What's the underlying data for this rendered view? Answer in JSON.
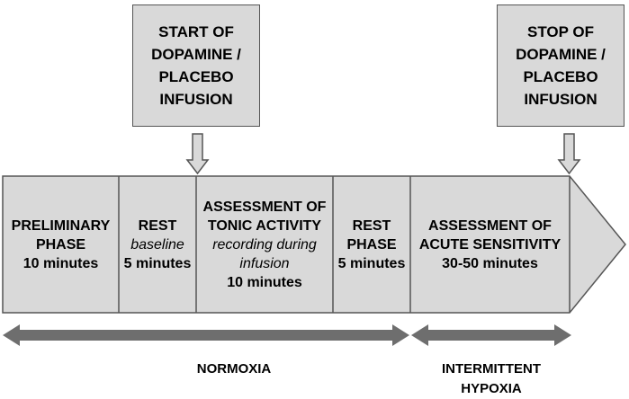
{
  "callouts": {
    "start": [
      "START OF",
      "DOPAMINE /",
      "PLACEBO",
      "INFUSION"
    ],
    "stop": [
      "STOP OF",
      "DOPAMINE /",
      "PLACEBO",
      "INFUSION"
    ]
  },
  "phases": [
    {
      "lines": [
        {
          "t": "PRELIMINARY",
          "s": "b"
        },
        {
          "t": "PHASE",
          "s": "b"
        },
        {
          "t": "10 minutes",
          "s": "b"
        }
      ]
    },
    {
      "lines": [
        {
          "t": "REST",
          "s": "b"
        },
        {
          "t": "baseline",
          "s": "i"
        },
        {
          "t": "5 minutes",
          "s": "b"
        }
      ]
    },
    {
      "lines": [
        {
          "t": "ASSESSMENT OF",
          "s": "b"
        },
        {
          "t": "TONIC ACTIVITY",
          "s": "b"
        },
        {
          "t": "recording during",
          "s": "i"
        },
        {
          "t": "infusion",
          "s": "i"
        },
        {
          "t": "10 minutes",
          "s": "b"
        }
      ]
    },
    {
      "lines": [
        {
          "t": "REST",
          "s": "b"
        },
        {
          "t": "PHASE",
          "s": "b"
        },
        {
          "t": "5 minutes",
          "s": "b"
        }
      ]
    },
    {
      "lines": [
        {
          "t": "ASSESSMENT OF",
          "s": "b"
        },
        {
          "t": "ACUTE SENSITIVITY",
          "s": "b"
        },
        {
          "t": "30-50 minutes",
          "s": "b"
        }
      ]
    }
  ],
  "bands": {
    "normoxia": "NORMOXIA",
    "hypoxia_line1": "INTERMITTENT",
    "hypoxia_line2": "HYPOXIA"
  },
  "colors": {
    "box_fill": "#d9d9d9",
    "arrow_fill": "#6e6e6e",
    "border": "#555555"
  }
}
